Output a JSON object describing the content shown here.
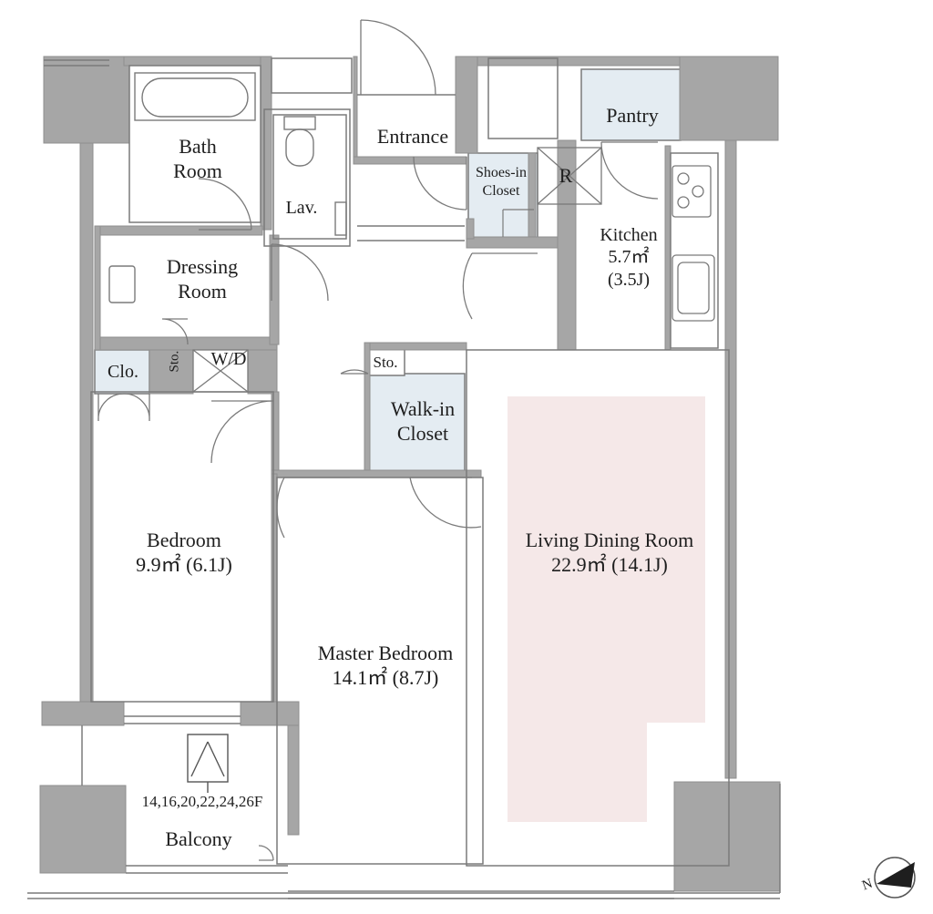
{
  "rooms": {
    "bath": {
      "line1": "Bath",
      "line2": "Room"
    },
    "lav": "Lav.",
    "entrance": "Entrance",
    "shoes_closet": {
      "line1": "Shoes-in",
      "line2": "Closet"
    },
    "refrigerator": "R",
    "pantry": "Pantry",
    "kitchen": {
      "name": "Kitchen",
      "area": "5.7㎡",
      "tatami": "(3.5J)"
    },
    "dressing": {
      "line1": "Dressing",
      "line2": "Room"
    },
    "storage_vertical": "Sto.",
    "washer_dryer": "W/D",
    "closet": "Clo.",
    "storage": "Sto.",
    "walk_in_closet": {
      "line1": "Walk-in",
      "line2": "Closet"
    },
    "living_dining": {
      "name": "Living Dining Room",
      "area": "22.9㎡  (14.1J)"
    },
    "bedroom": {
      "name": "Bedroom",
      "area": "9.9㎡  (6.1J)"
    },
    "master_bedroom": {
      "name": "Master Bedroom",
      "area": "14.1㎡  (8.7J)"
    },
    "floors": "14,16,20,22,24,26F",
    "balcony": "Balcony"
  },
  "compass": {
    "north_label": "N"
  },
  "colors": {
    "wall": "#a6a6a6",
    "wall_dark": "#8f8f8f",
    "line": "#7a7a7a",
    "closet_fill": "#e4ecf2",
    "living_fill": "#f5e8e8"
  }
}
